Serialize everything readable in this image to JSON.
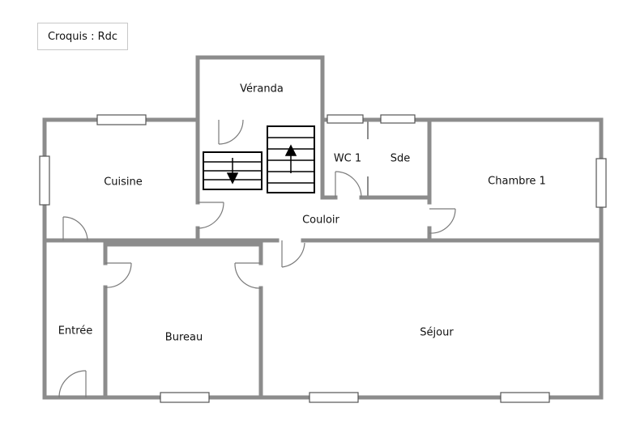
{
  "title": "Croquis : Rdc",
  "rooms": {
    "veranda": "Véranda",
    "cuisine": "Cuisine",
    "wc": "WC 1",
    "sde": "Sde",
    "chambre": "Chambre 1",
    "couloir": "Couloir",
    "entree": "Entrée",
    "bureau": "Bureau",
    "sejour": "Séjour"
  },
  "colors": {
    "wall": "#8c8c8c",
    "stairs": "#000000",
    "background": "#ffffff"
  }
}
